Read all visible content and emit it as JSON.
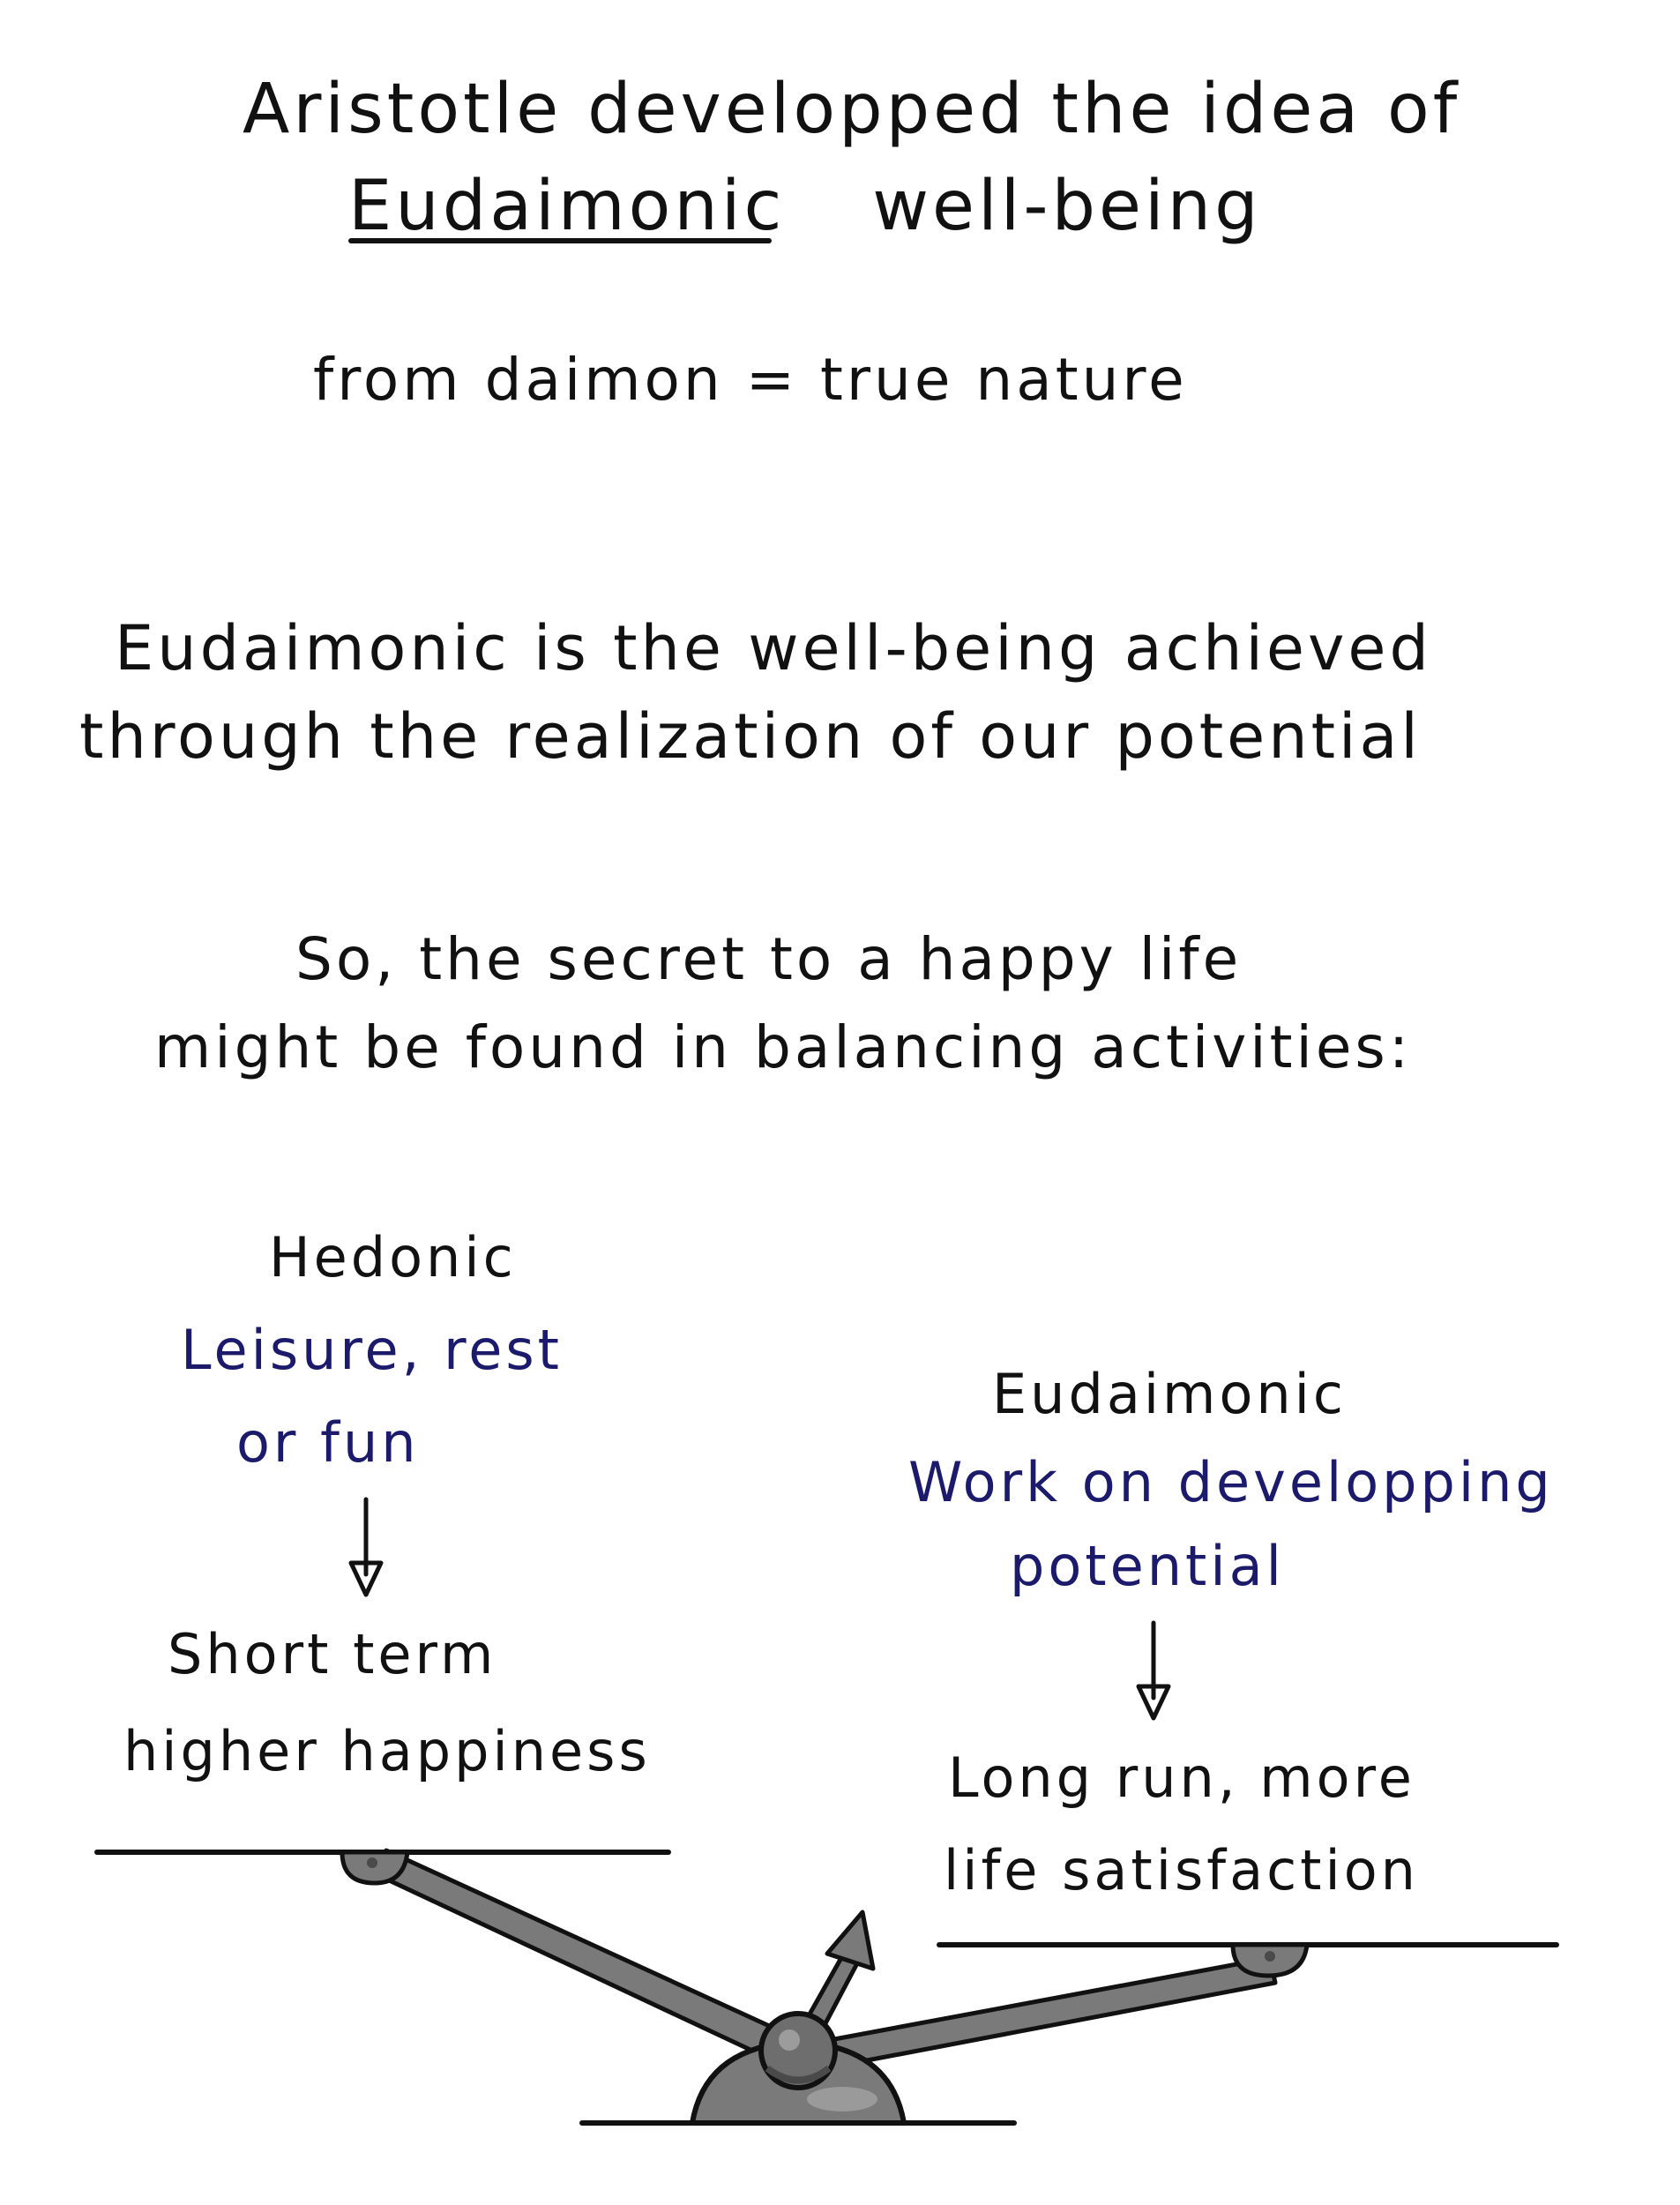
{
  "title": {
    "line1": "Aristotle developped the idea of",
    "line2_term": "Eudaimonic",
    "line2_rest": "well-being"
  },
  "etymology": {
    "text": "from daimon = true nature"
  },
  "definition": {
    "line1": "Eudaimonic is the well-being achieved",
    "line2": "through the realization of our potential"
  },
  "secret": {
    "line1": "So, the secret to a happy life",
    "line2": "might be found in balancing activities:"
  },
  "hedonic": {
    "heading": "Hedonic",
    "activity_line1": "Leisure, rest",
    "activity_line2": "or fun",
    "result_line1": "Short term",
    "result_line2": "higher happiness"
  },
  "eudaimonic": {
    "heading": "Eudaimonic",
    "activity_line1": "Work on developping",
    "activity_line2": "potential",
    "result_line1": "Long run, more",
    "result_line2": "life satisfaction"
  },
  "colors": {
    "ink": "#111111",
    "activity_blue": "#1c1a6b",
    "scale_gray": "#7a7a7a",
    "scale_dark": "#4a4a4a"
  },
  "icons": [
    "down-arrow-icon",
    "down-arrow-icon",
    "up-arrow-icon",
    "balance-scale-icon"
  ]
}
